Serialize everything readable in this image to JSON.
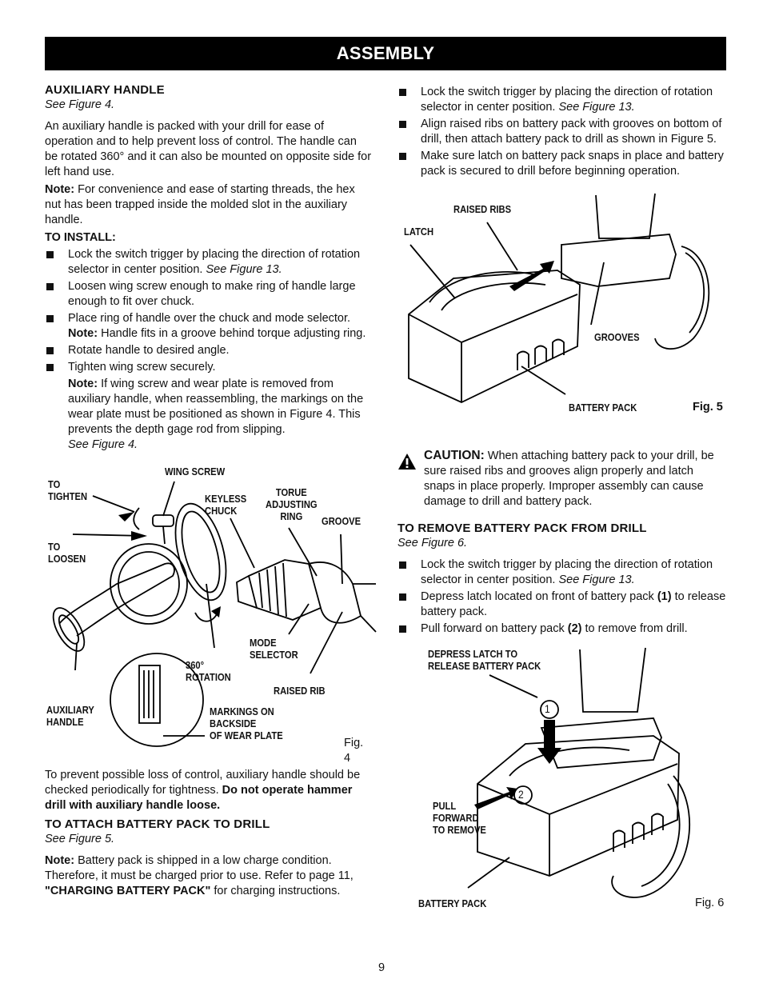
{
  "banner": {
    "title": "ASSEMBLY"
  },
  "left": {
    "aux": {
      "heading": "AUXILIARY HANDLE",
      "see": "See Figure 4.",
      "para": "An auxiliary handle is packed with your drill for ease of operation and to help prevent loss of control. The handle can be rotated 360° and it can also be mounted on opposite side for left hand use.",
      "note_label": "Note:",
      "note_text": " For convenience and ease of starting threads, the hex nut has been trapped inside the molded slot in the auxiliary handle.",
      "install_heading": "TO INSTALL:",
      "b1": "Lock the switch trigger by placing the direction of rotation selector in center position.",
      "b1_see": " See Figure 13.",
      "b2": "Loosen wing screw enough to make ring of handle large enough to fit over chuck.",
      "b3a": "Place ring of handle over the chuck and mode selector. ",
      "b3_note": "Note:",
      "b3b": " Handle fits in a groove behind torque adjusting ring.",
      "b4": "Rotate handle to desired angle.",
      "b5": "Tighten wing screw securely.",
      "note2_label": "Note:",
      "note2_text": " If wing screw and wear plate is removed from auxiliary handle, when reassembling, the markings on the wear plate must be positioned as shown in Figure 4. This prevents the depth gage rod from slipping.",
      "note2_see": "See Figure 4."
    },
    "fig4": {
      "wing_screw": "WING SCREW",
      "to_tighten": "TO\nTIGHTEN",
      "keyless_chuck": "KEYLESS\nCHUCK",
      "torue": "TORUE\nADJUSTING\nRING",
      "groove": "GROOVE",
      "to_loosen": "TO\nLOOSEN",
      "mode_selector": "MODE\nSELECTOR",
      "rotation": "360°\nROTATION",
      "raised_rib": "RAISED RIB",
      "aux_handle": "AUXILIARY\nHANDLE",
      "markings": "MARKINGS ON\nBACKSIDE\nOF WEAR PLATE",
      "fig": "Fig. 4"
    },
    "bottom": {
      "para_a": "To prevent possible loss of control, auxiliary handle should be checked periodically for tightness. ",
      "para_bold": "Do not operate hammer drill with auxiliary handle loose.",
      "heading": "TO ATTACH BATTERY PACK TO DRILL",
      "see": "See Figure 5.",
      "note_label": "Note:",
      "note_text": " Battery pack is shipped in a low charge condition. Therefore, it must be charged prior to use. Refer to page 11, ",
      "note_bold": "\"CHARGING BATTERY PACK\"",
      "note_end": " for charging instructions."
    }
  },
  "right": {
    "b1": "Lock the switch trigger by placing the direction of rotation selector in center position.",
    "b1_see": " See Figure 13.",
    "b2": "Align raised ribs on battery pack with grooves on bottom of drill, then attach battery pack to drill as shown in Figure 5.",
    "b3": "Make sure latch on battery pack snaps in place and battery pack is secured to drill before beginning operation.",
    "fig5": {
      "raised_ribs": "RAISED RIBS",
      "latch": "LATCH",
      "grooves": "GROOVES",
      "battery_pack": "BATTERY PACK",
      "fig": "Fig. 5"
    },
    "caution": {
      "word": "CAUTION:",
      "text": " When attaching battery pack to your drill, be sure raised ribs and grooves align properly and latch snaps in place properly. Improper assembly can cause damage to drill and battery pack."
    },
    "remove": {
      "heading": "TO REMOVE BATTERY PACK FROM DRILL",
      "see": "See Figure 6.",
      "b1": "Lock the switch trigger by placing the direction of rotation selector in center position.",
      "b1_see": " See Figure 13.",
      "b2a": "Depress latch located on front of battery pack ",
      "b2_num": "(1)",
      "b2b": " to release battery pack.",
      "b3a": "Pull forward on battery pack ",
      "b3_num": "(2)",
      "b3b": " to remove from drill."
    },
    "fig6": {
      "depress": "DEPRESS LATCH TO\nRELEASE BATTERY PACK",
      "pull": "PULL\nFORWARD\nTO REMOVE",
      "battery_pack": "BATTERY PACK",
      "c1": "1",
      "c2": "2",
      "fig": "Fig. 6"
    }
  },
  "page_number": "9"
}
